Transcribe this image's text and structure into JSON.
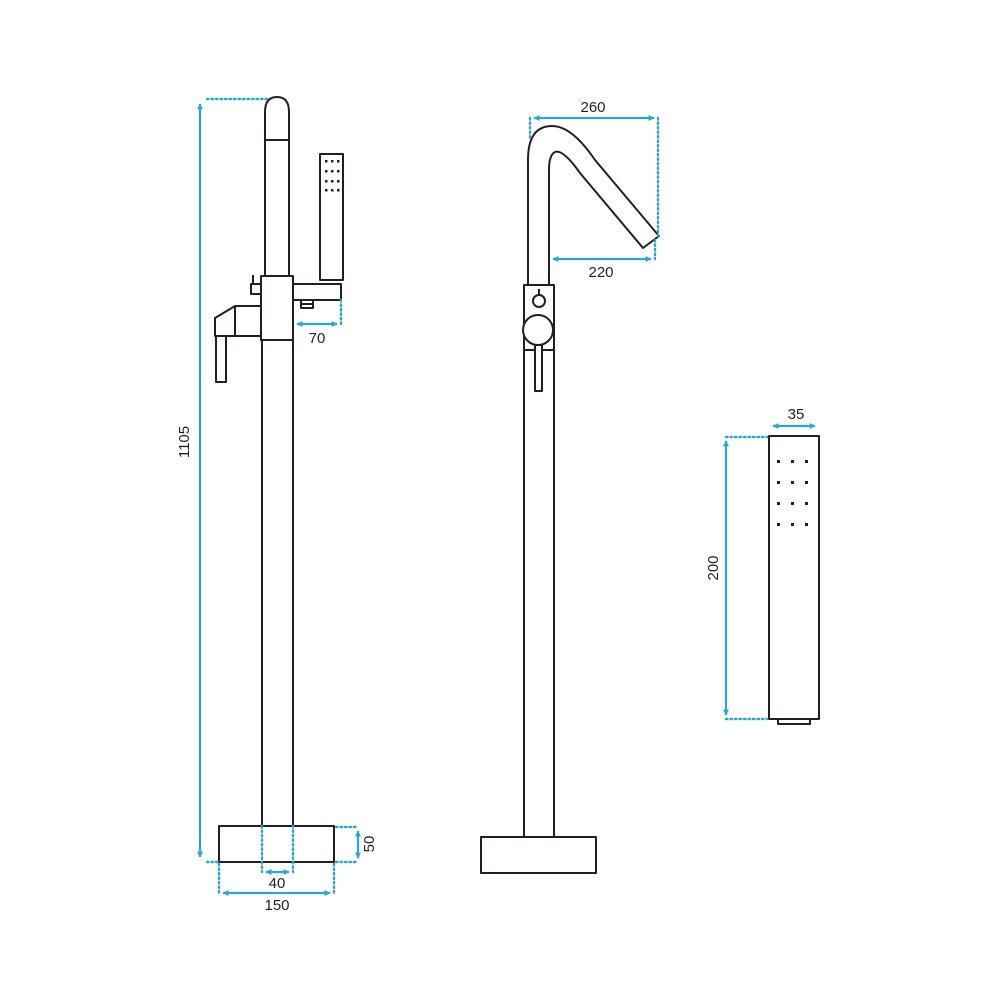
{
  "colors": {
    "dimension": "#29a6d4",
    "outline": "#231f20",
    "background": "#ffffff"
  },
  "dimensions": {
    "total_height": "1105",
    "spout_reach": "70",
    "base_height": "50",
    "pipe_diameter": "40",
    "base_width": "150",
    "spout_projection_top": "260",
    "spout_projection_bottom": "220",
    "handshower_width": "35",
    "handshower_length": "200"
  }
}
